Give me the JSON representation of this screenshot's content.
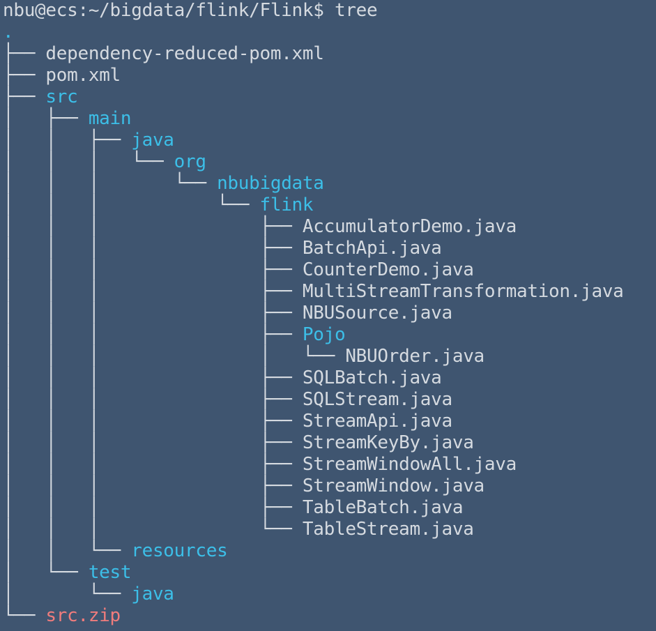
{
  "prompt": {
    "ps1": "nbu@ecs:~/bigdata/flink/Flink$",
    "command": "tree"
  },
  "colors": {
    "background": "#3f5570",
    "text": "#d5dae0",
    "directory": "#3cbfe8",
    "archive": "#f07c7c"
  },
  "tree": [
    {
      "prefix": "",
      "name": ".",
      "kind": "dot"
    },
    {
      "prefix": "├── ",
      "name": "dependency-reduced-pom.xml",
      "kind": "file"
    },
    {
      "prefix": "├── ",
      "name": "pom.xml",
      "kind": "file"
    },
    {
      "prefix": "├── ",
      "name": "src",
      "kind": "dir"
    },
    {
      "prefix": "│   ├── ",
      "name": "main",
      "kind": "dir"
    },
    {
      "prefix": "│   │   ├── ",
      "name": "java",
      "kind": "dir"
    },
    {
      "prefix": "│   │   │   └── ",
      "name": "org",
      "kind": "dir"
    },
    {
      "prefix": "│   │   │       └── ",
      "name": "nbubigdata",
      "kind": "dir"
    },
    {
      "prefix": "│   │   │           └── ",
      "name": "flink",
      "kind": "dir"
    },
    {
      "prefix": "│   │   │               ├── ",
      "name": "AccumulatorDemo.java",
      "kind": "file"
    },
    {
      "prefix": "│   │   │               ├── ",
      "name": "BatchApi.java",
      "kind": "file"
    },
    {
      "prefix": "│   │   │               ├── ",
      "name": "CounterDemo.java",
      "kind": "file"
    },
    {
      "prefix": "│   │   │               ├── ",
      "name": "MultiStreamTransformation.java",
      "kind": "file"
    },
    {
      "prefix": "│   │   │               ├── ",
      "name": "NBUSource.java",
      "kind": "file"
    },
    {
      "prefix": "│   │   │               ├── ",
      "name": "Pojo",
      "kind": "dir"
    },
    {
      "prefix": "│   │   │               │   └── ",
      "name": "NBUOrder.java",
      "kind": "file"
    },
    {
      "prefix": "│   │   │               ├── ",
      "name": "SQLBatch.java",
      "kind": "file"
    },
    {
      "prefix": "│   │   │               ├── ",
      "name": "SQLStream.java",
      "kind": "file"
    },
    {
      "prefix": "│   │   │               ├── ",
      "name": "StreamApi.java",
      "kind": "file"
    },
    {
      "prefix": "│   │   │               ├── ",
      "name": "StreamKeyBy.java",
      "kind": "file"
    },
    {
      "prefix": "│   │   │               ├── ",
      "name": "StreamWindowAll.java",
      "kind": "file"
    },
    {
      "prefix": "│   │   │               ├── ",
      "name": "StreamWindow.java",
      "kind": "file"
    },
    {
      "prefix": "│   │   │               ├── ",
      "name": "TableBatch.java",
      "kind": "file"
    },
    {
      "prefix": "│   │   │               └── ",
      "name": "TableStream.java",
      "kind": "file"
    },
    {
      "prefix": "│   │   └── ",
      "name": "resources",
      "kind": "dir"
    },
    {
      "prefix": "│   └── ",
      "name": "test",
      "kind": "dir"
    },
    {
      "prefix": "│       └── ",
      "name": "java",
      "kind": "dir"
    },
    {
      "prefix": "└── ",
      "name": "src.zip",
      "kind": "archive"
    }
  ]
}
